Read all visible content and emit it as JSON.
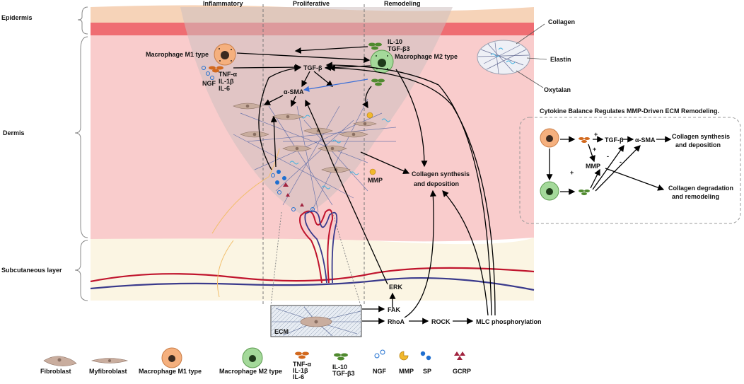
{
  "layers": {
    "epidermis": "Epidermis",
    "dermis": "Dermis",
    "subcutaneous": "Subcutaneous layer"
  },
  "phases": {
    "inflammatory": "Inflammatory",
    "proliferative": "Proliferative",
    "remodeling": "Remodeling"
  },
  "main": {
    "m1_label": "Macrophage M1 type",
    "m2_label": "Macrophage M2 type",
    "il10": "IL-10",
    "tgfb3": "TGF-β3",
    "tgfb": "TGF-β",
    "tnfa": "TNF-α",
    "il1b": "IL-1β",
    "il6": "IL-6",
    "ngf": "NGF",
    "asma": "α-SMA",
    "mmp": "MMP",
    "collagen_synth_1": "Collagen synthesis",
    "collagen_synth_2": "and deposition",
    "erk": "ERK",
    "fak": "FAK",
    "rhoa": "RhoA",
    "rock": "ROCK",
    "mlc": "MLC phosphorylation",
    "ecm": "ECM"
  },
  "fibers": {
    "collagen": "Collagen",
    "elastin": "Elastin",
    "oxytalan": "Oxytalan"
  },
  "inset": {
    "title": "Cytokine Balance Regulates MMP-Driven ECM Remodeling.",
    "tgfb": "TGF-β",
    "asma": "α-SMA",
    "mmp": "MMP",
    "synth_1": "Collagen synthesis",
    "synth_2": "and deposition",
    "degr_1": "Collagen degradation",
    "degr_2": "and remodeling",
    "plus": "+",
    "minus": "-"
  },
  "legend": {
    "fibroblast": "Fibroblast",
    "myofibroblast": "Myfibroblast",
    "m1": "Macrophage M1 type",
    "m2": "Macrophage M2 type",
    "tnfa": "TNF-α",
    "il1b": "IL-1β",
    "il6": "IL-6",
    "il10": "IL-10",
    "tgfb3": "TGF-β3",
    "ngf": "NGF",
    "mmp": "MMP",
    "sp": "SP",
    "gcrp": "GCRP"
  },
  "colors": {
    "epidermis": "#f6d3b8",
    "epidermis_red": "#ef6d72",
    "dermis": "#f9cccc",
    "subcutaneous": "#fbf5e3",
    "m1": "#f5b07e",
    "m2": "#a4d99a",
    "cytokine_orange": "#d2691e",
    "cytokine_green": "#4f8a2e",
    "blue_arrow": "#3a6fd8",
    "artery": "#c0142d",
    "vein": "#3a3a8c",
    "mmp_yellow": "#f1b82d"
  }
}
